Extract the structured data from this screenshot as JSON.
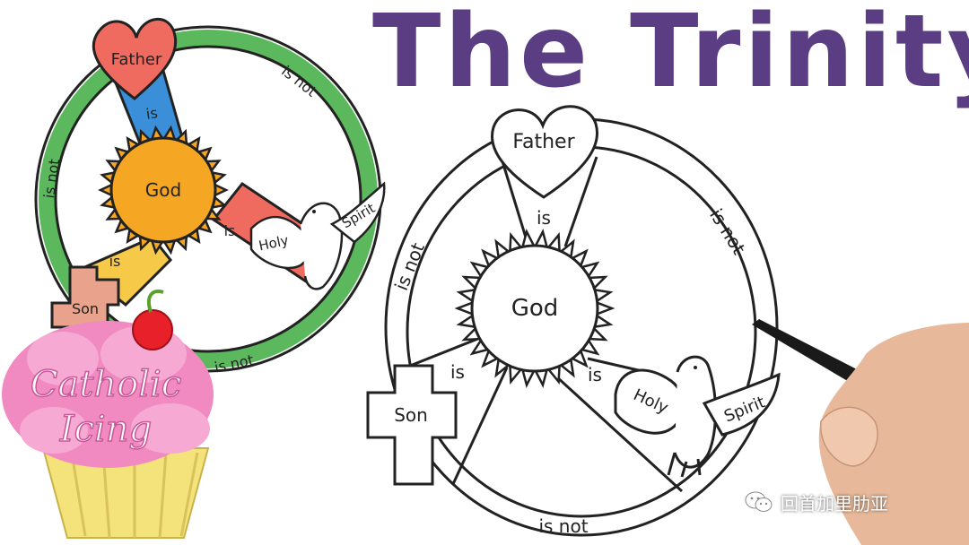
{
  "title": "The Trinity",
  "left_diagram": {
    "father": "Father",
    "son": "Son",
    "holy": "Holy",
    "spirit": "Spirit",
    "god": "God",
    "is_1": "is",
    "is_2": "is",
    "is_3": "is",
    "is_not_right": "is not",
    "is_not_left": "is not",
    "is_not_bottom": "is not"
  },
  "main_diagram": {
    "father": "Father",
    "son": "Son",
    "holy": "Holy",
    "spirit": "Spirit",
    "god": "God",
    "is_top": "is",
    "is_left": "is",
    "is_right": "is",
    "is_not_left": "is not",
    "is_not_right": "is not",
    "is_not_bottom": "is not"
  },
  "logo": {
    "line1": "Catholic",
    "line2": "Icing"
  },
  "watermark": {
    "text": "回首加里肋亚",
    "icon": "wechat-icon"
  },
  "colors": {
    "title": "#5a3d82",
    "ring": "#5cb85c",
    "heart": "#ef6b5f",
    "sun": "#f5a623",
    "father_band": "#3a8fd8",
    "son_band": "#f7c948",
    "spirit_band": "#ef6b5f",
    "logo_pink": "#f08ac0",
    "cupcake_yellow": "#f4e27a"
  }
}
